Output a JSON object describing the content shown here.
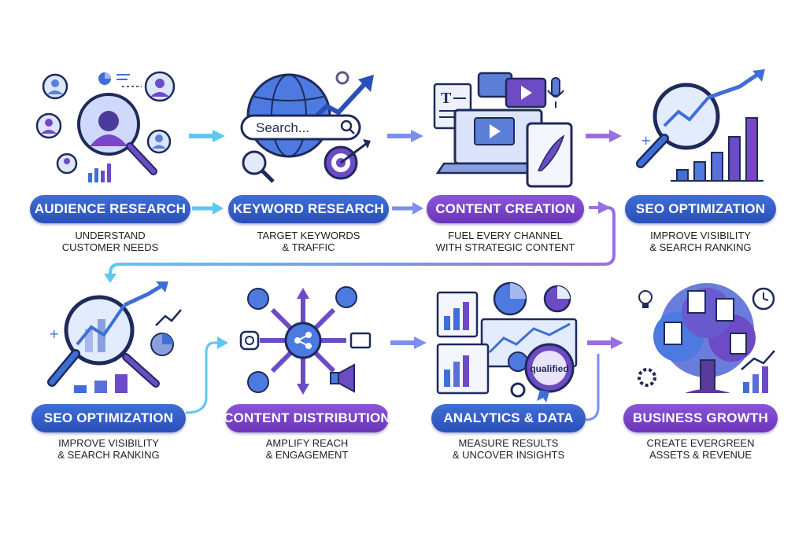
{
  "steps": [
    {
      "label": "AUDIENCE RESEARCH",
      "desc": [
        "UNDERSTAND",
        "CUSTOMER NEEDS"
      ],
      "color": "#3f6fd6"
    },
    {
      "label": "KEYWORD RESEARCH",
      "desc": [
        "TARGET KEYWORDS",
        "& TRAFFIC"
      ],
      "color": "#3f6fd6"
    },
    {
      "label": "CONTENT CREATION",
      "desc": [
        "FUEL EVERY CHANNEL",
        "WITH STRATEGIC CONTENT"
      ],
      "color": "#7a45c8"
    },
    {
      "label": "SEO OPTIMIZATION",
      "desc": [
        "IMPROVE VISIBILITY",
        "& SEARCH RANKING"
      ],
      "color": "#3f6fd6"
    },
    {
      "label": "SEO OPTIMIZATION",
      "desc": [
        "IMPROVE VISIBILITY",
        "& SEARCH RANKING"
      ],
      "color": "#3f6fd6"
    },
    {
      "label": "CONTENT DISTRIBUTION",
      "desc": [
        "AMPLIFY REACH",
        "& ENGAGEMENT"
      ],
      "color": "#7a45c8"
    },
    {
      "label": "ANALYTICS & DATA",
      "desc": [
        "MEASURE RESULTS",
        "& UNCOVER INSIGHTS"
      ],
      "color": "#3f6fd6"
    },
    {
      "label": "BUSINESS GROWTH",
      "desc": [
        "CREATE EVERGREEN",
        "ASSETS & REVENUE"
      ],
      "color": "#7a45c8"
    }
  ],
  "icon_text": {
    "search_bar": "Search...",
    "doc_letter": "T",
    "badge": "qualified"
  },
  "colors": {
    "blue": "#3f6fd6",
    "purple": "#7a45c8",
    "cyan": "#5cc8f0",
    "navy": "#1e2a5a"
  }
}
